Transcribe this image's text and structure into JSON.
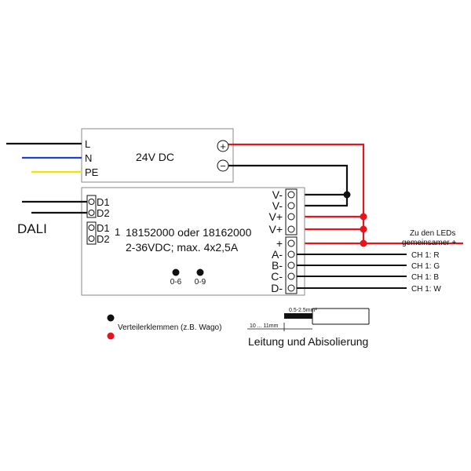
{
  "power_supply": {
    "label": "24V DC",
    "inputs": [
      "L",
      "N",
      "PE"
    ],
    "plus_symbol": "+",
    "minus_symbol": "−"
  },
  "controller": {
    "dali_terminals_top": [
      "D1",
      "D2"
    ],
    "dali_terminals_bottom": [
      "D1",
      "D2"
    ],
    "bus_number": "1",
    "article_numbers": "18152000 oder 18162000",
    "spec": "2-36VDC; max. 4x2,5A",
    "dial_labels": [
      "0-6",
      "0-9"
    ],
    "power_terminals": [
      "V-",
      "V-",
      "V+",
      "V+"
    ],
    "output_terminals": [
      "+",
      "A-",
      "B-",
      "C-",
      "D-"
    ]
  },
  "dali_label": "DALI",
  "led_common_label_line1": "Zu den LEDs",
  "led_common_label_line2": "gemeinsamer +",
  "channel_labels": [
    "CH 1: R",
    "CH 1: G",
    "CH 1: B",
    "CH 1: W"
  ],
  "legend": {
    "label": "Verteilerklemmen (z.B. Wago)",
    "black_color": "#111111",
    "red_color": "#e8141b"
  },
  "wire_detail": {
    "cross_section": "0.5-2.5mm²",
    "strip_length": "10 ... 11mm",
    "caption": "Leitung und Abisolierung"
  },
  "colors": {
    "live": "#111111",
    "neutral": "#1f3fd6",
    "earth": "#f5e200",
    "positive": "#e8141b",
    "negative": "#111111"
  }
}
